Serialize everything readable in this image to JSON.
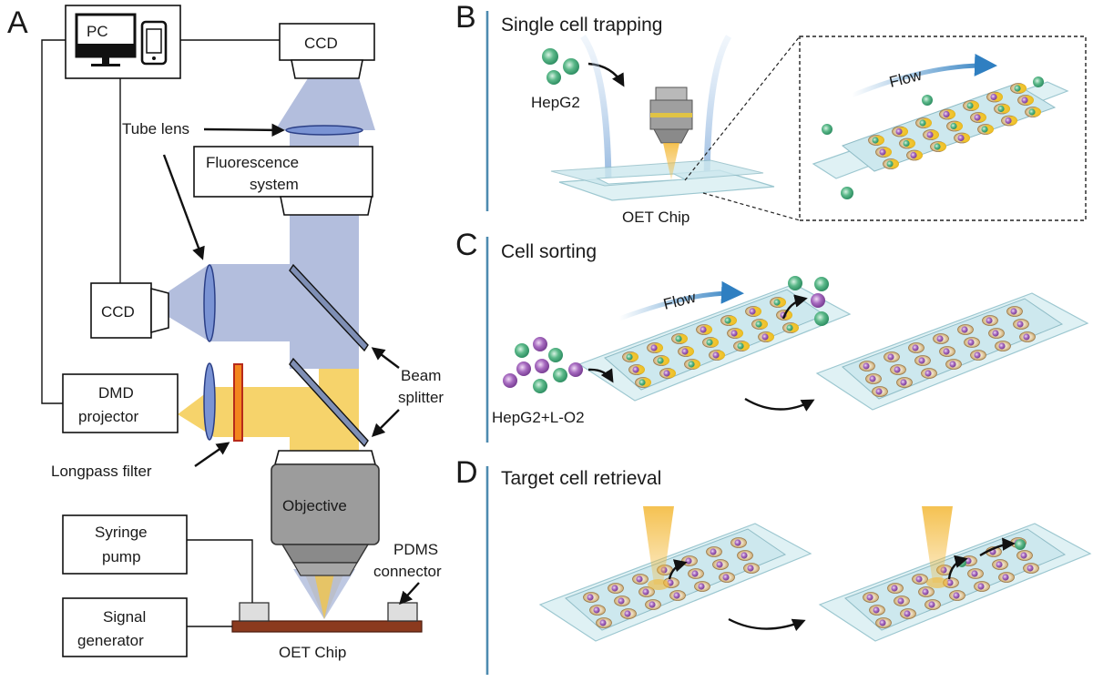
{
  "panels": {
    "a": {
      "letter": "A",
      "pc_label": "PC",
      "ccd_top": "CCD",
      "tube_lens": "Tube lens",
      "fluorescence_line1": "Fluorescence",
      "fluorescence_line2": "system",
      "ccd_side": "CCD",
      "dmd_line1": "DMD",
      "dmd_line2": "projector",
      "beam_line1": "Beam",
      "beam_line2": "splitter",
      "longpass": "Longpass filter",
      "objective": "Objective",
      "syringe_line1": "Syringe",
      "syringe_line2": "pump",
      "pdms_line1": "PDMS",
      "pdms_line2": "connector",
      "signal_line1": "Signal",
      "signal_line2": "generator",
      "chip": "OET Chip"
    },
    "b": {
      "letter": "B",
      "title": "Single cell trapping",
      "cell_label": "HepG2",
      "chip": "OET Chip",
      "flow": "Flow"
    },
    "c": {
      "letter": "C",
      "title": "Cell sorting",
      "cell_label": "HepG2+L-O2",
      "flow": "Flow"
    },
    "d": {
      "letter": "D",
      "title": "Target cell retrieval"
    }
  },
  "colors": {
    "blue_beam": "#b3bedd",
    "yellow_beam": "#f6d36b",
    "lens": "#7a93d4",
    "chip": "#dff1f4",
    "green_cell": "#5cb98a",
    "purple_cell": "#a86cc1",
    "trap_yellow": "#f2c21b",
    "divider": "#4d8bb0"
  }
}
